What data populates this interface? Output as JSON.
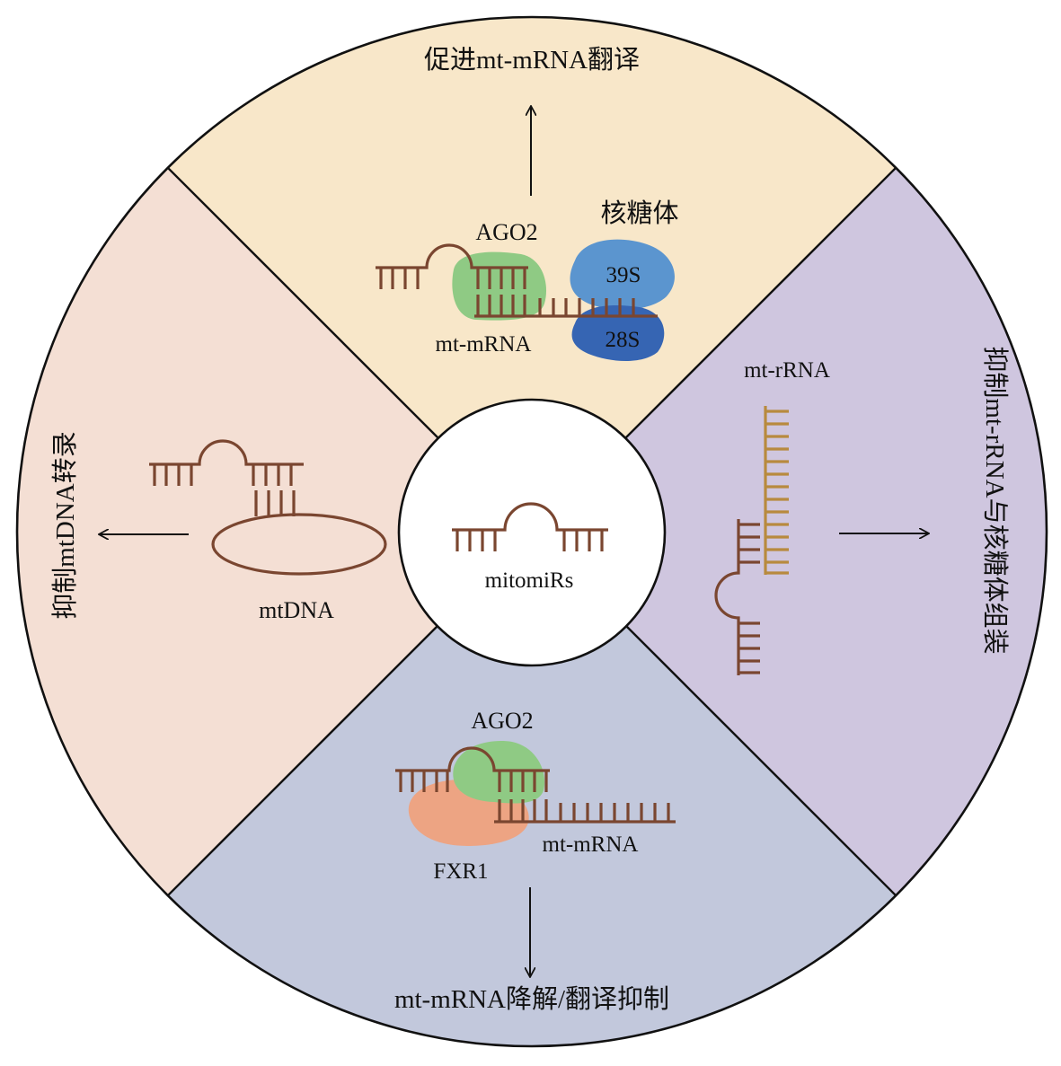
{
  "center": {
    "label": "mitomiRs"
  },
  "top": {
    "title": "促进mt-mRNA翻译",
    "ribosome_label": "核糖体",
    "protein_label": "AGO2",
    "rna_label": "mt-mRNA",
    "large_subunit": "39S",
    "small_subunit": "28S"
  },
  "right": {
    "title": "抑制mt-rRNA与核糖体组装",
    "rna_label": "mt-rRNA"
  },
  "bottom": {
    "title": "mt-mRNA降解/翻译抑制",
    "protein_label": "AGO2",
    "partner_label": "FXR1",
    "rna_label": "mt-mRNA"
  },
  "left": {
    "title": "抑制mtDNA转录",
    "dna_label": "mtDNA"
  },
  "colors": {
    "top_sector": "#f8e7c9",
    "right_sector": "#cfc6df",
    "bottom_sector": "#c2c8dc",
    "left_sector": "#f4dfd4",
    "rna_brown": "#7a4630",
    "rrna_gold": "#b88a3e",
    "ago2_green": "#8fca84",
    "fxr1_salmon": "#eda483",
    "ribosome_39s": "#5b95cf",
    "ribosome_28s": "#3665b3"
  }
}
